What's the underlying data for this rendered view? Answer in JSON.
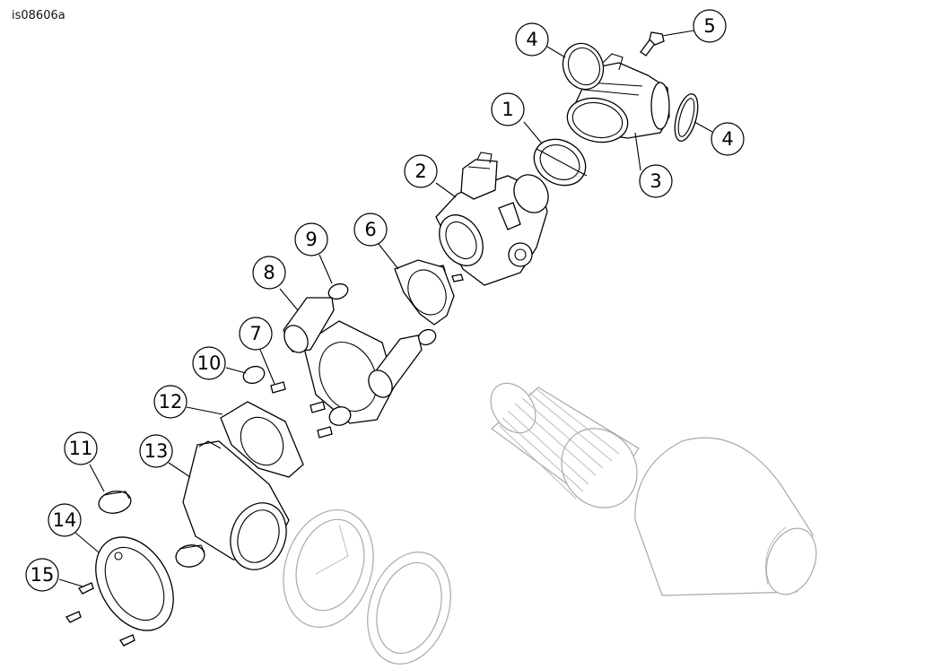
{
  "figure": {
    "reference_code": "is08606a"
  },
  "callouts": [
    {
      "label": "1"
    },
    {
      "label": "2"
    },
    {
      "label": "3"
    },
    {
      "label": "4"
    },
    {
      "label": "4"
    },
    {
      "label": "5"
    },
    {
      "label": "6"
    },
    {
      "label": "7"
    },
    {
      "label": "8"
    },
    {
      "label": "9"
    },
    {
      "label": "10"
    },
    {
      "label": "11"
    },
    {
      "label": "12"
    },
    {
      "label": "13"
    },
    {
      "label": "14"
    },
    {
      "label": "15"
    }
  ]
}
